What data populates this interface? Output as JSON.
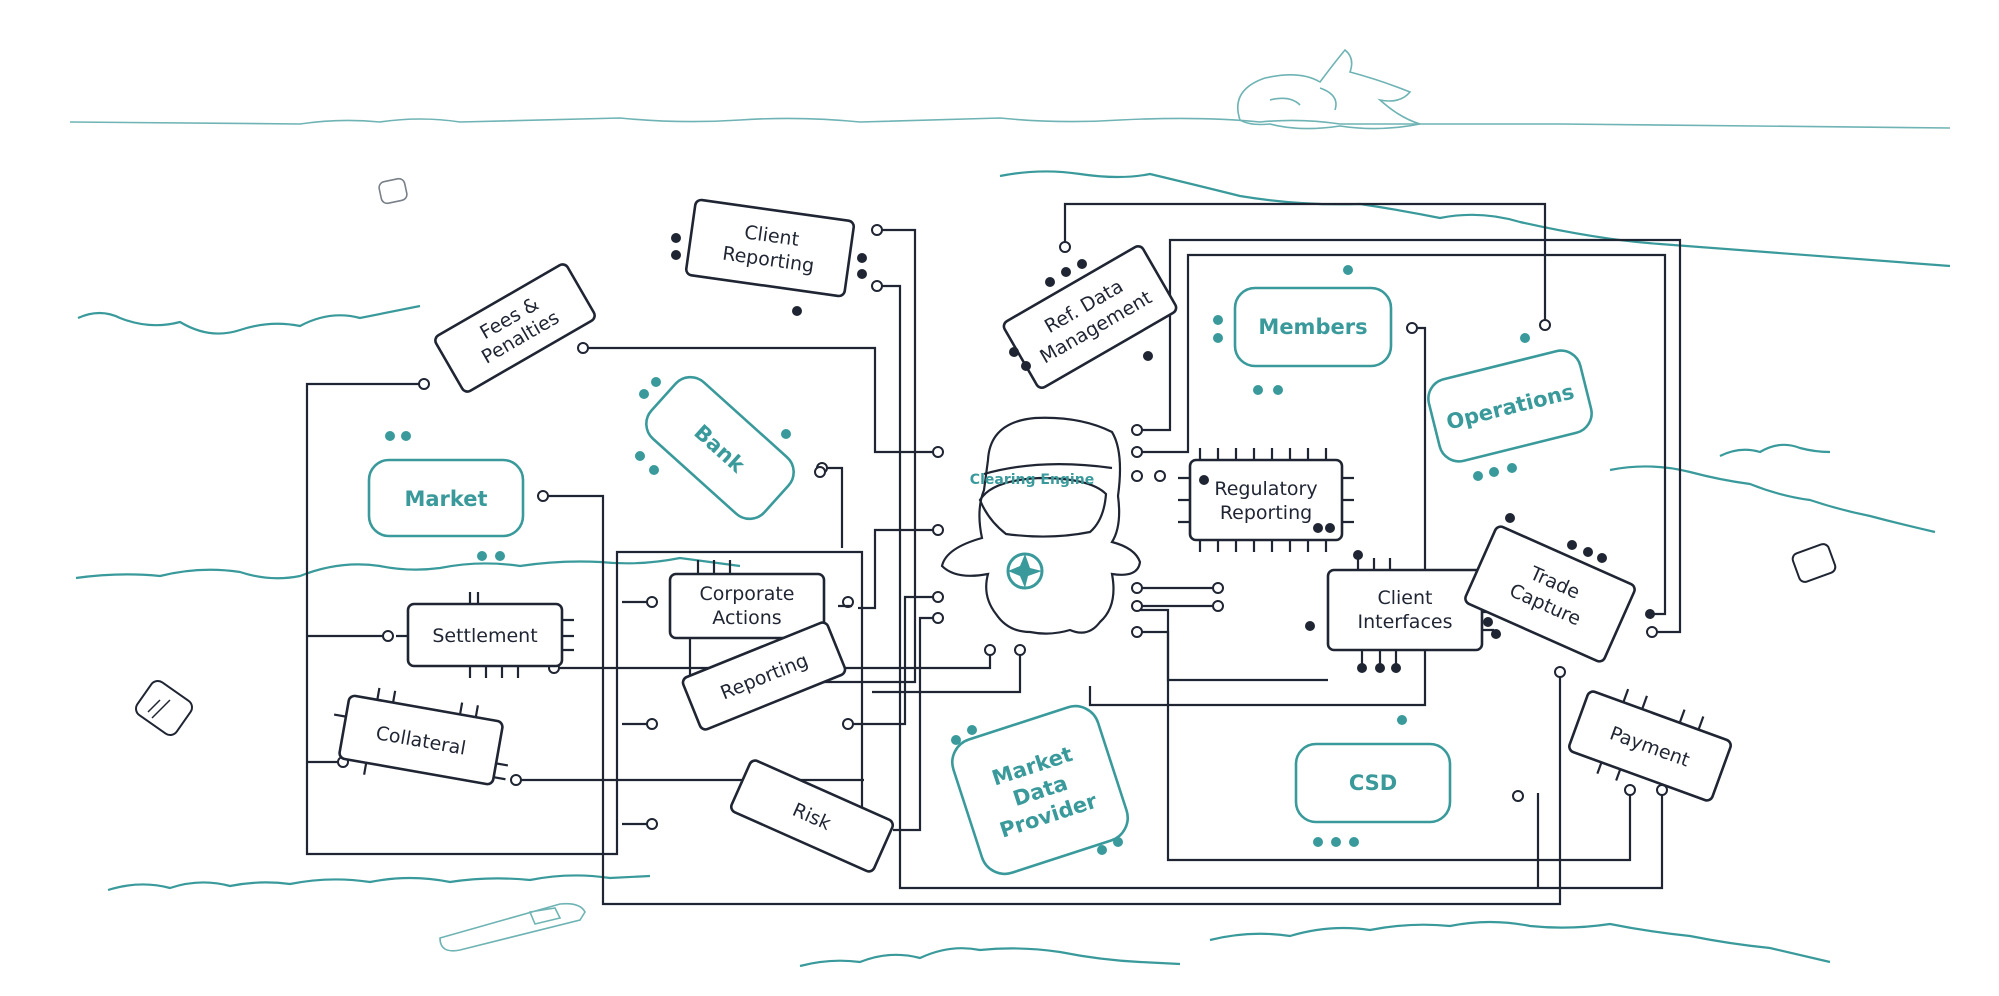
{
  "colors": {
    "dark": "#1f2533",
    "teal": "#3a9a9b",
    "light_teal": "#6fb3b4"
  },
  "labels": {
    "client_reporting": [
      "Client",
      "Reporting"
    ],
    "fees_penalties": [
      "Fees &",
      "Penalties"
    ],
    "ref_data": [
      "Ref. Data",
      "Management"
    ],
    "members": [
      "Members"
    ],
    "operations": [
      "Operations"
    ],
    "bank": [
      "Bank"
    ],
    "market": [
      "Market"
    ],
    "clearing_engine": [
      "Clearing Engine"
    ],
    "regulatory_reporting": [
      "Regulatory",
      "Reporting"
    ],
    "settlement": [
      "Settlement"
    ],
    "corporate_actions": [
      "Corporate",
      "Actions"
    ],
    "reporting": [
      "Reporting"
    ],
    "client_interfaces": [
      "Client",
      "Interfaces"
    ],
    "trade_capture": [
      "Trade",
      "Capture"
    ],
    "collateral": [
      "Collateral"
    ],
    "risk": [
      "Risk"
    ],
    "market_data_provider": [
      "Market",
      "Data",
      "Provider"
    ],
    "csd": [
      "CSD"
    ],
    "payment": [
      "Payment"
    ]
  }
}
